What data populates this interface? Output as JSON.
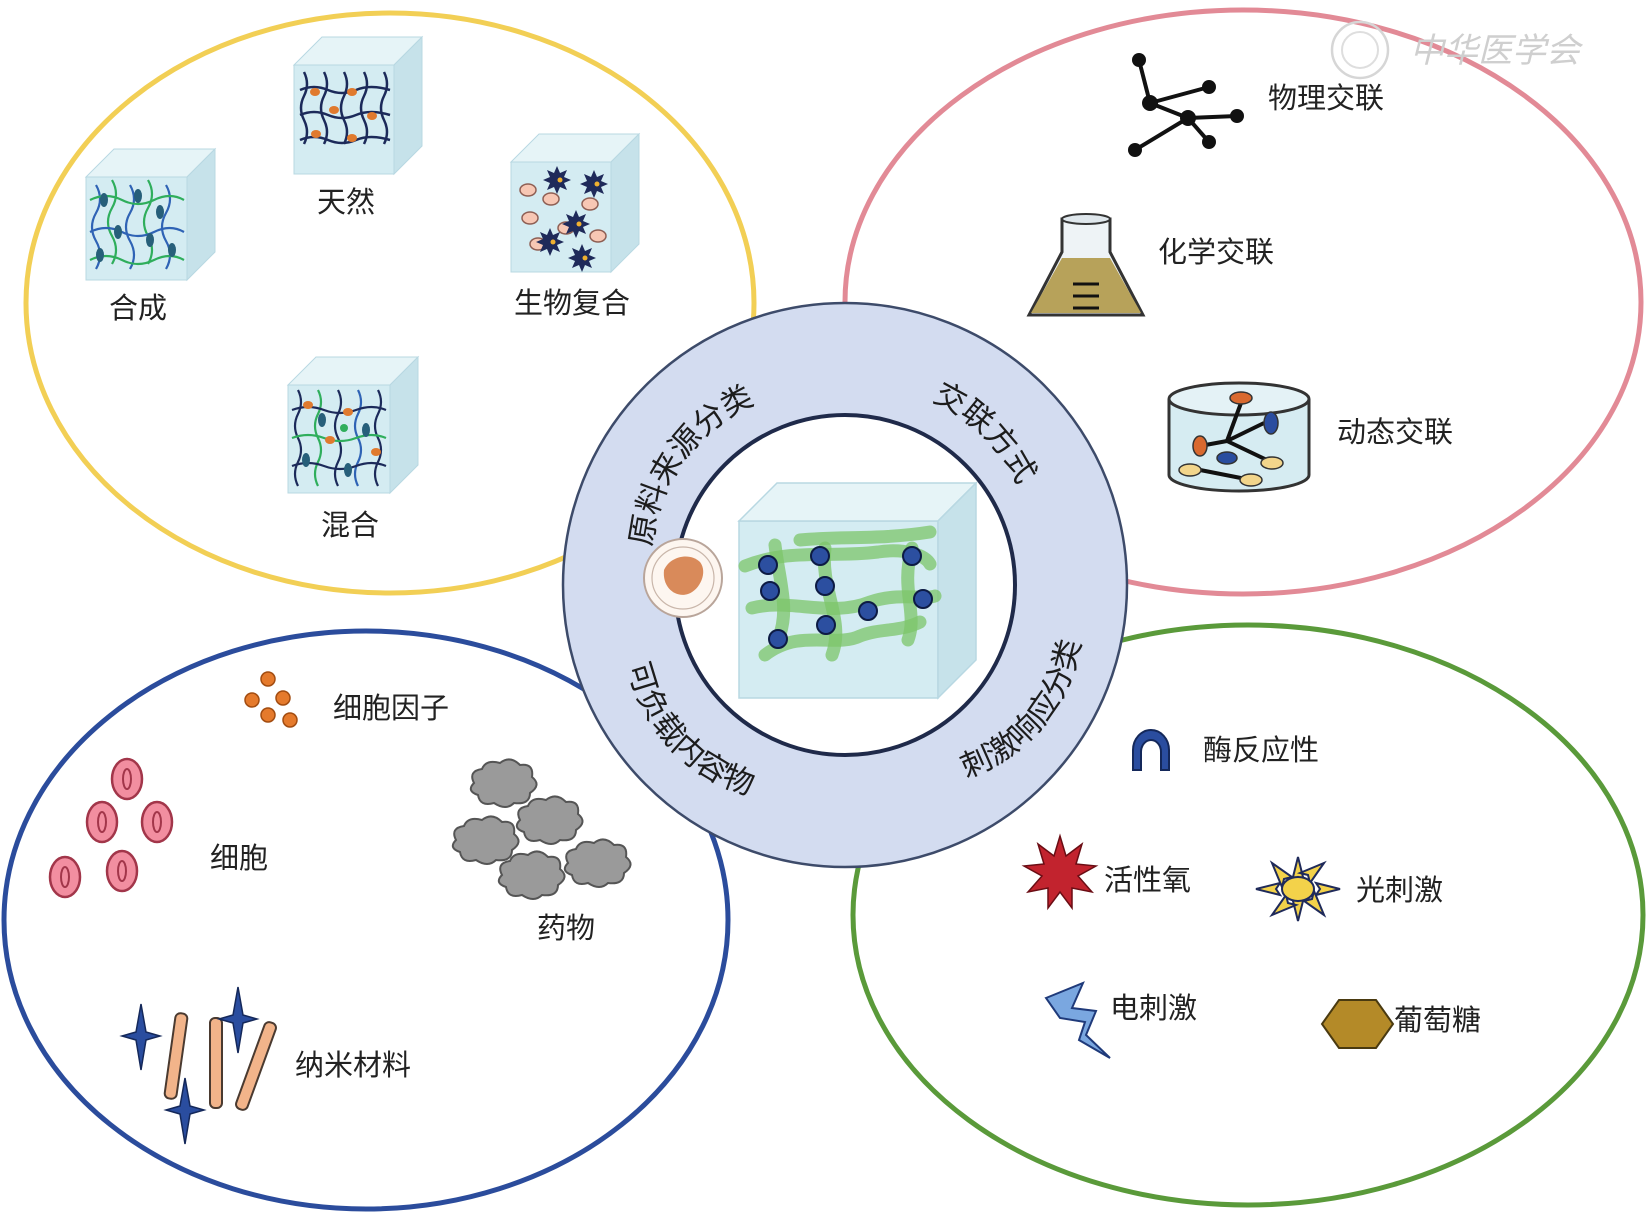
{
  "labels": {
    "synthetic": "合成",
    "natural": "天然",
    "biocomposite": "生物复合",
    "hybrid": "混合",
    "physical": "物理交联",
    "chemical": "化学交联",
    "dynamic": "动态交联",
    "cytokines": "细胞因子",
    "cells": "细胞",
    "drugs": "药物",
    "nano": "纳米材料",
    "enzyme": "酶反应性",
    "ros": "活性氧",
    "light": "光刺激",
    "electric": "电刺激",
    "glucose": "葡萄糖"
  },
  "ring": {
    "source": "原料来源分类",
    "crosslink": "交联方式",
    "load": "可负载内容物",
    "stimuli": "刺激响应分类"
  },
  "watermark": "中华医学会",
  "colors": {
    "source_ellipse": "#f2cf55",
    "crosslink_ellipse": "#e28a96",
    "load_ellipse": "#2b4c9c",
    "stimuli_ellipse": "#5a9a3a",
    "ring_fill": "#d3dcf0",
    "ring_stroke": "#3d4b6a"
  }
}
